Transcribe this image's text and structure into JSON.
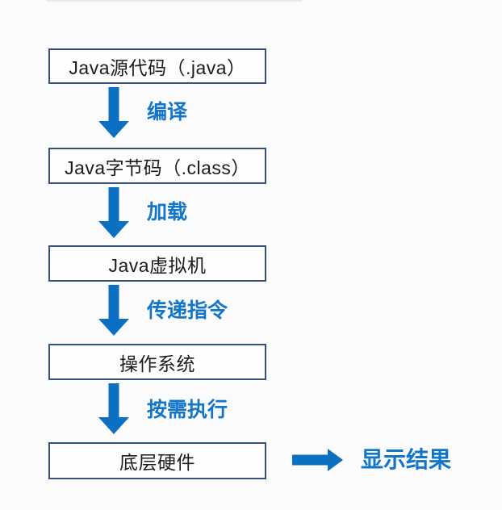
{
  "palette": {
    "background": "#fbfbfb",
    "arrow_blue": "#0c70c2",
    "label_blue": "#1176c9",
    "box_border_navy": "#35507a",
    "box_text": "#1c1c1c"
  },
  "flow": {
    "boxes": [
      {
        "label": "Java源代码（.java）"
      },
      {
        "label": "Java字节码（.class）"
      },
      {
        "label": "Java虚拟机"
      },
      {
        "label": "操作系统"
      },
      {
        "label": "底层硬件"
      }
    ],
    "steps": [
      {
        "label": "编译"
      },
      {
        "label": "加载"
      },
      {
        "label": "传递指令"
      },
      {
        "label": "按需执行"
      }
    ],
    "result": {
      "label": "显示结果"
    }
  }
}
